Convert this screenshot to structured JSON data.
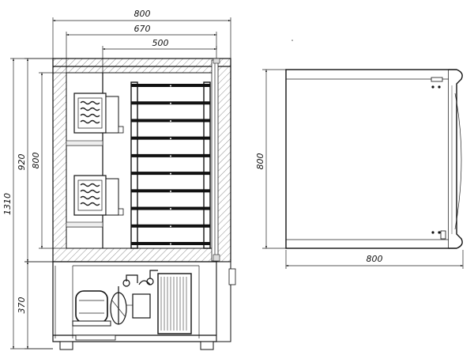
{
  "front_view": {
    "dimensions": {
      "overall_width": "800",
      "inner_width": "670",
      "shelf_width": "500",
      "overall_height": "1310",
      "cabinet_height": "920",
      "inner_height": "800",
      "base_height": "370"
    },
    "shelf_count": 10,
    "evaporator_count": 2
  },
  "side_view": {
    "dimensions": {
      "depth": "800",
      "height": "800"
    }
  }
}
